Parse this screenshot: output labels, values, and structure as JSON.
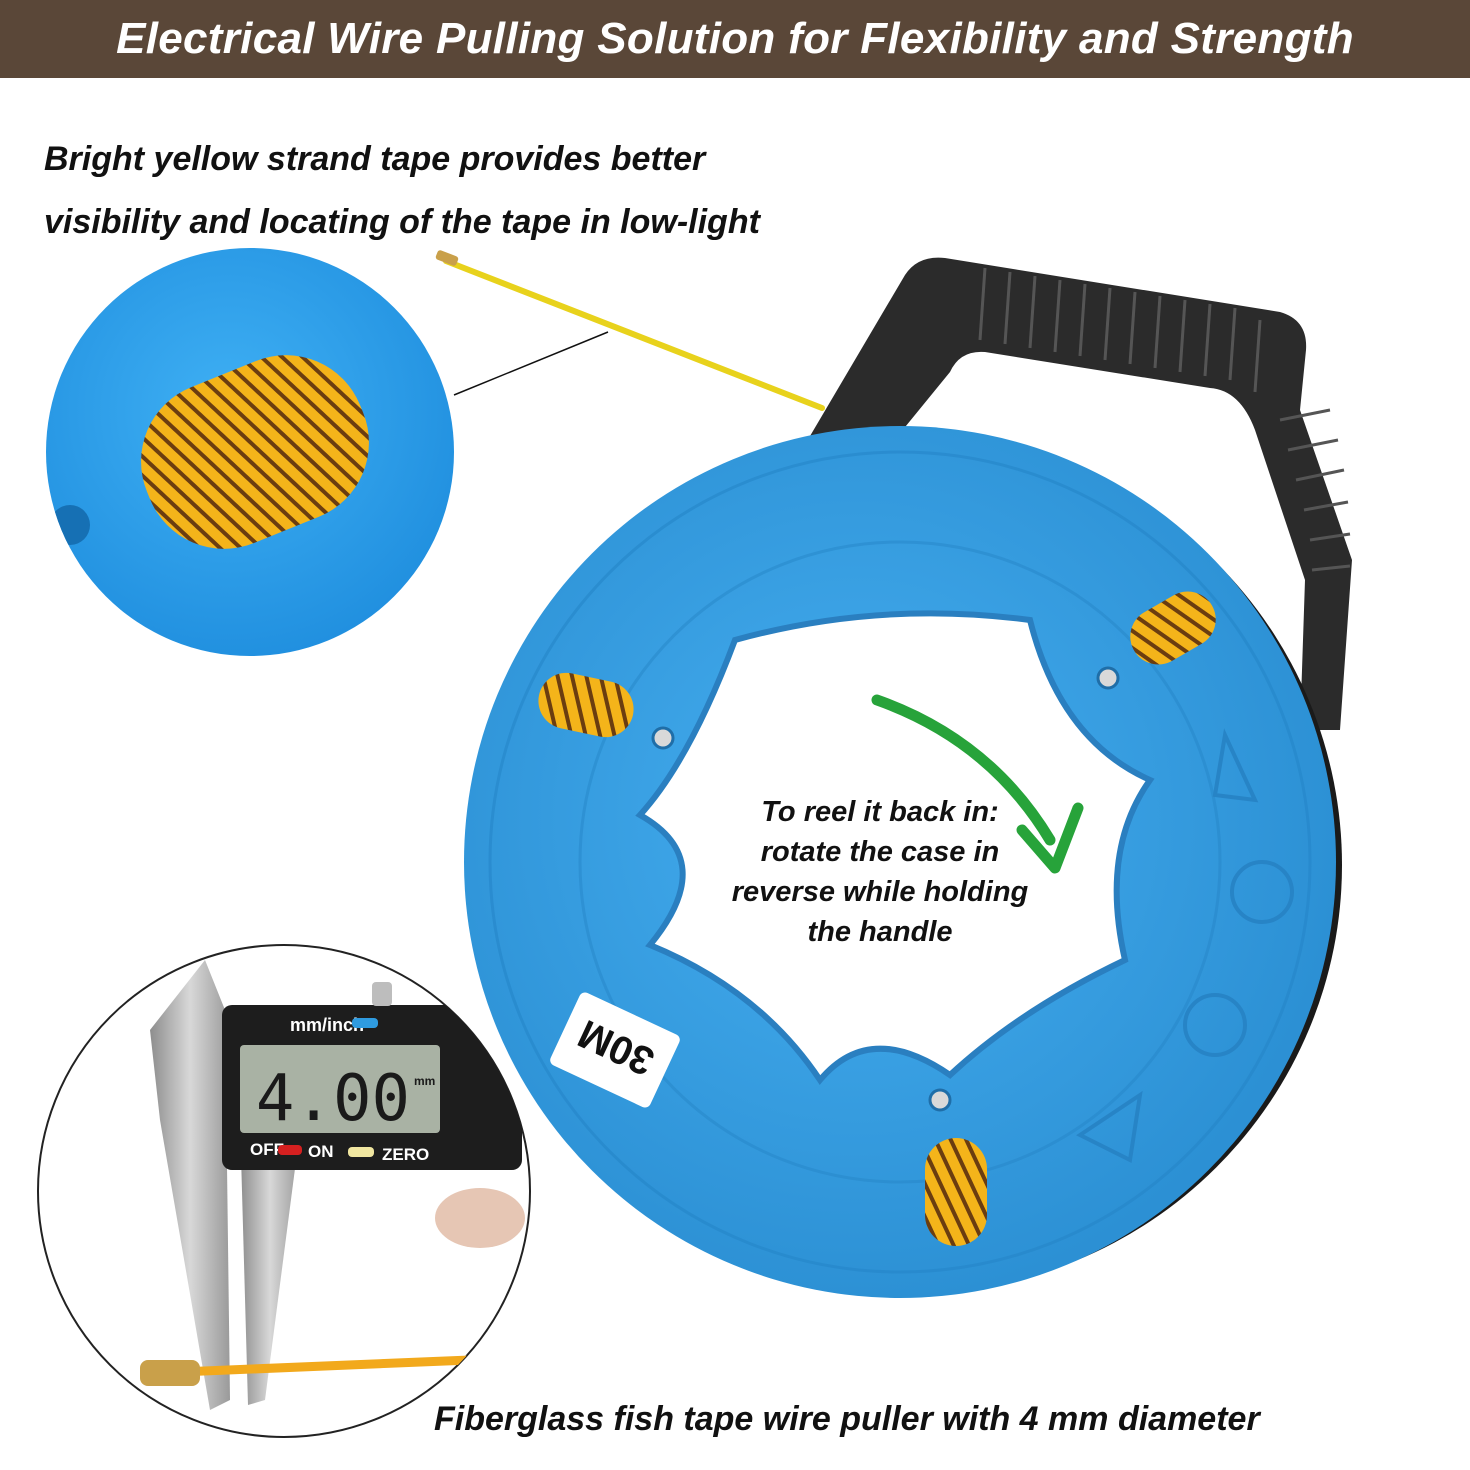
{
  "banner": {
    "title": "Electrical Wire Pulling Solution for Flexibility and Strength"
  },
  "callouts": {
    "top_line1": "Bright yellow strand tape provides better",
    "top_line2": "visibility and locating of the tape in low-light",
    "center_line1": "To reel it back in:",
    "center_line2": "rotate the case in",
    "center_line3": "reverse while holding",
    "center_line4": "the handle",
    "bottom": "Fiberglass fish tape wire puller with 4 mm diameter"
  },
  "reel": {
    "length_label": "30M"
  },
  "caliper": {
    "unit_button": "mm/inch",
    "reading": "4.00",
    "reading_unit": "mm",
    "off_label": "OFF",
    "on_label": "ON",
    "zero_label": "ZERO"
  },
  "colors": {
    "banner": "#5a4738",
    "reel_blue": "#2f9be0",
    "tape_yellow": "#f4b41a",
    "handle_black": "#2b2b2b",
    "arrow_green": "#27a33a"
  }
}
